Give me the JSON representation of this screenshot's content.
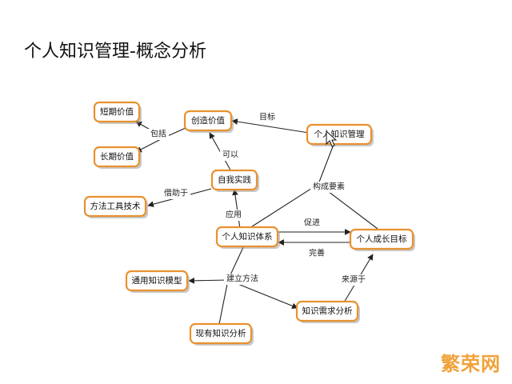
{
  "title": "个人知识管理-概念分析",
  "watermark": "繁荣网",
  "colors": {
    "node_border": "#e8912f",
    "edge": "#222222",
    "watermark": "#f0a23a"
  },
  "nodes": {
    "short_term_value": "短期价值",
    "long_term_value": "长期价值",
    "create_value": "创造价值",
    "pkm": "个人知识管理",
    "self_practice": "自我实践",
    "methods_tools": "方法工具技术",
    "pk_system": "个人知识体系",
    "growth_goal": "个人成长目标",
    "general_model": "通用知识模型",
    "needs_analysis": "知识需求分析",
    "existing_analysis": "现有知识分析"
  },
  "edge_labels": {
    "goal": "目标",
    "include": "包括",
    "can": "可以",
    "borrow": "借助于",
    "apply": "应用",
    "components": "构成要素",
    "promote": "促进",
    "improve": "完善",
    "build_method": "建立方法",
    "source": "来源于"
  }
}
